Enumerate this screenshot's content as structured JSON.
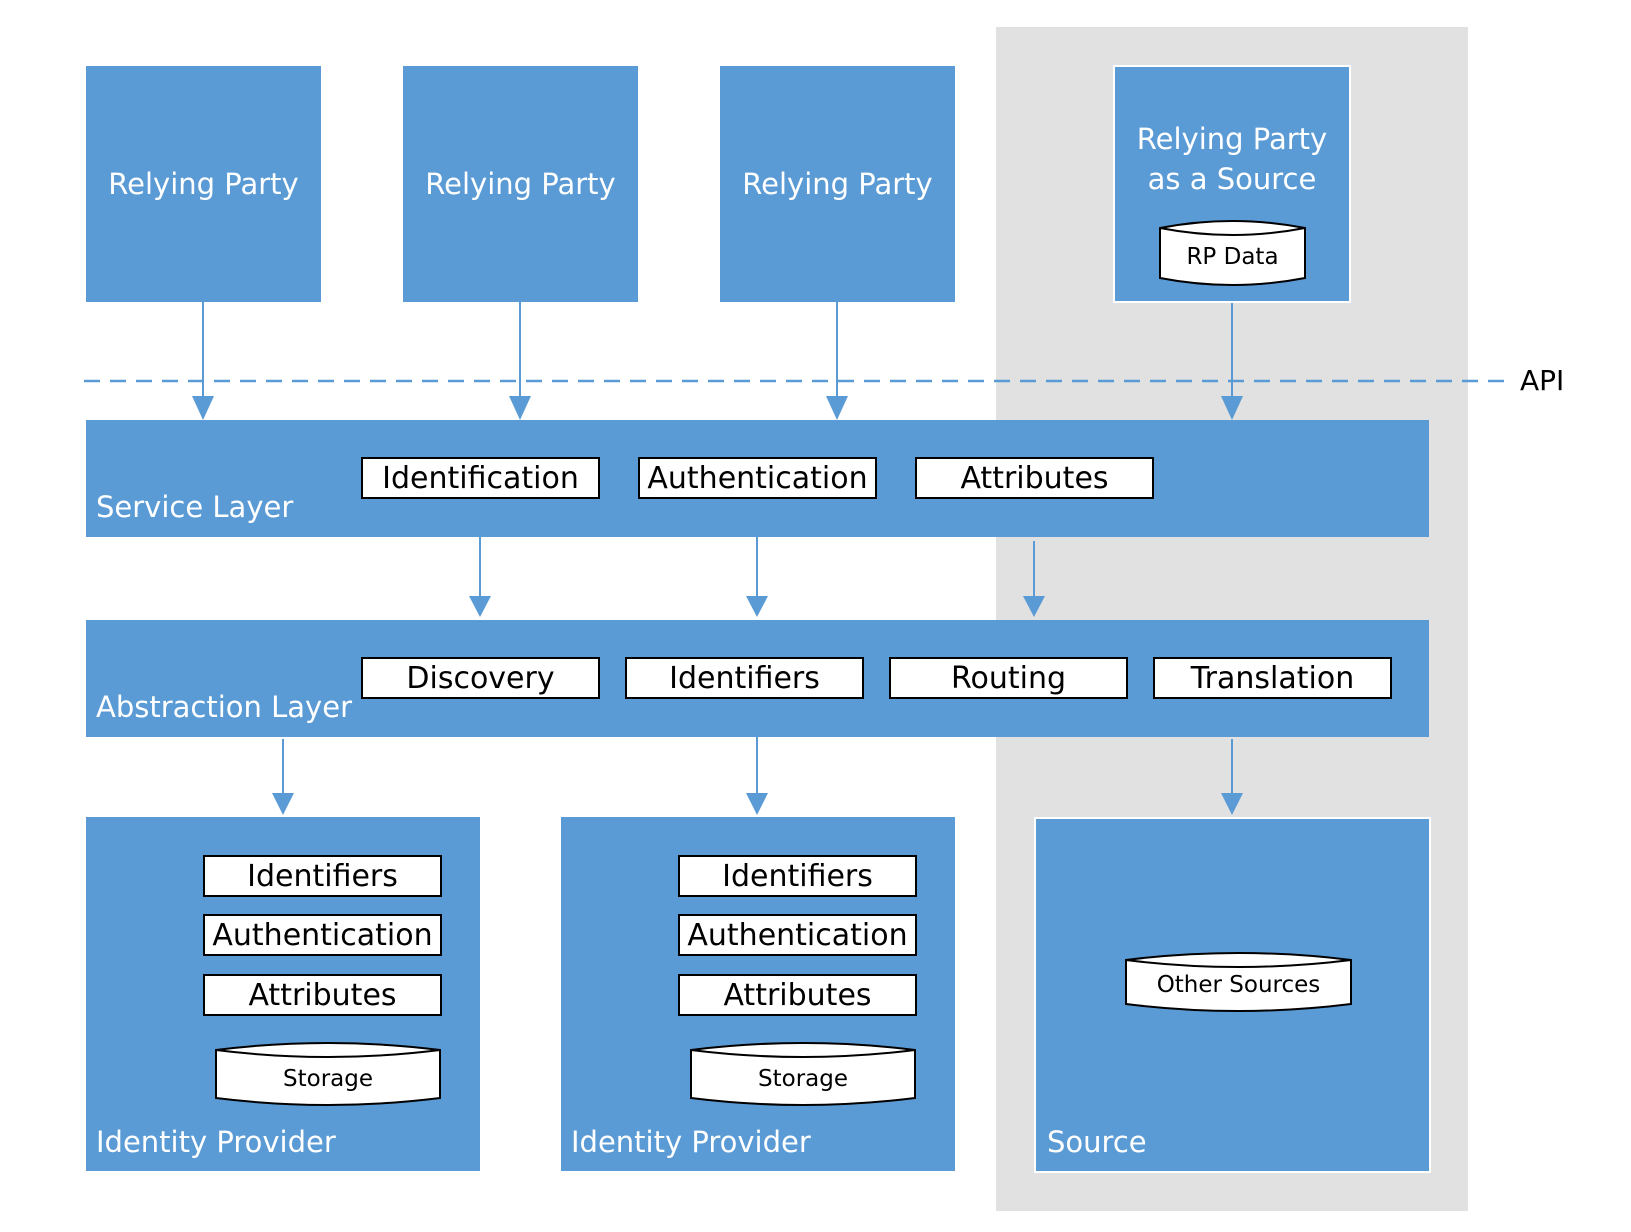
{
  "relying_parties": [
    {
      "label": "Relying Party"
    },
    {
      "label": "Relying Party"
    },
    {
      "label": "Relying Party"
    }
  ],
  "rp_source": {
    "title_line1": "Relying Party",
    "title_line2": "as a Source",
    "store": "RP Data"
  },
  "api_label": "API",
  "service_layer": {
    "label": "Service Layer",
    "items": [
      "Identification",
      "Authentication",
      "Attributes"
    ]
  },
  "abstraction_layer": {
    "label": "Abstraction Layer",
    "items": [
      "Discovery",
      "Identifiers",
      "Routing",
      "Translation"
    ]
  },
  "identity_providers": [
    {
      "label": "Identity Provider",
      "items": [
        "Identifiers",
        "Authentication",
        "Attributes"
      ],
      "store": "Storage"
    },
    {
      "label": "Identity Provider",
      "items": [
        "Identifiers",
        "Authentication",
        "Attributes"
      ],
      "store": "Storage"
    }
  ],
  "source": {
    "label": "Source",
    "store": "Other Sources"
  },
  "colors": {
    "box_fill": "#5b9bd5",
    "line": "#5b9bd5",
    "region": "#e1e1e1"
  }
}
